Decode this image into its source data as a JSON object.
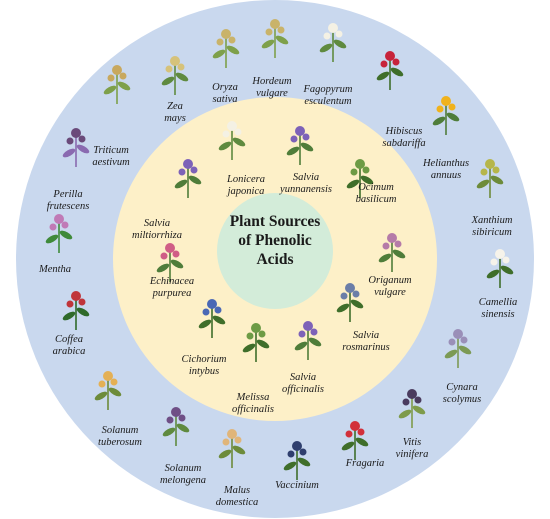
{
  "title_lines": [
    "Plant Sources",
    "of Phenolic",
    "Acids"
  ],
  "colors": {
    "outer_ring": "#c9d8ee",
    "inner_ring": "#fdf0c8",
    "center": "#d3ecd9"
  },
  "inner_plants": [
    {
      "id": "lonicera-japonica",
      "line1": "Lonicera",
      "line2": "japonica",
      "icon": "white-flower-icon"
    },
    {
      "id": "salvia-yunnanensis",
      "line1": "Salvia",
      "line2": "yunnanensis",
      "icon": "purple-spike-icon"
    },
    {
      "id": "ocimum-basilicum",
      "line1": "Ocimum",
      "line2": "basilicum",
      "icon": "green-leaf-icon"
    },
    {
      "id": "origanum-vulgare",
      "line1": "Origanum",
      "line2": "vulgare",
      "icon": "pink-cluster-icon"
    },
    {
      "id": "salvia-rosmarinus",
      "line1": "Salvia",
      "line2": "rosmarinus",
      "icon": "needle-herb-icon"
    },
    {
      "id": "salvia-officinalis",
      "line1": "Salvia",
      "line2": "officinalis",
      "icon": "purple-spike-icon"
    },
    {
      "id": "melissa-officinalis",
      "line1": "Melissa",
      "line2": "officinalis",
      "icon": "green-leaf-icon"
    },
    {
      "id": "cichorium-intybus",
      "line1": "Cichorium",
      "line2": "intybus",
      "icon": "blue-flower-icon"
    },
    {
      "id": "echinacea-purpurea",
      "line1": "Echinacea",
      "line2": "purpurea",
      "icon": "coneflower-icon"
    },
    {
      "id": "salvia-miltiorrhiza",
      "line1": "Salvia",
      "line2": "miltiorrhiza",
      "icon": "purple-spike-icon"
    }
  ],
  "outer_plants": [
    {
      "id": "zea-mays",
      "line1": "Zea",
      "line2": "mays",
      "icon": "corn-icon"
    },
    {
      "id": "oryza-sativa",
      "line1": "Oryza",
      "line2": "sativa",
      "icon": "grain-icon"
    },
    {
      "id": "hordeum-vulgare",
      "line1": "Hordeum",
      "line2": "vulgare",
      "icon": "grain-icon"
    },
    {
      "id": "fagopyrum-esculentum",
      "line1": "Fagopyrum",
      "line2": "esculentum",
      "icon": "white-flower-icon"
    },
    {
      "id": "hibiscus-sabdariffa",
      "line1": "Hibiscus",
      "line2": "sabdariffa",
      "icon": "red-flower-icon"
    },
    {
      "id": "helianthus-annuus",
      "line1": "Helianthus",
      "line2": "annuus",
      "icon": "sunflower-icon"
    },
    {
      "id": "xanthium-sibiricum",
      "line1": "Xanthium",
      "line2": "sibiricum",
      "icon": "bur-icon"
    },
    {
      "id": "camellia-sinensis",
      "line1": "Camellia",
      "line2": "sinensis",
      "icon": "tea-leaf-icon"
    },
    {
      "id": "cynara-scolymus",
      "line1": "Cynara",
      "line2": "scolymus",
      "icon": "artichoke-icon"
    },
    {
      "id": "vitis-vinifera",
      "line1": "Vitis",
      "line2": "vinifera",
      "icon": "grape-icon"
    },
    {
      "id": "fragaria",
      "line1": "Fragaria",
      "line2": "",
      "icon": "strawberry-icon"
    },
    {
      "id": "vaccinium",
      "line1": "Vaccinium",
      "line2": "",
      "icon": "blueberry-icon"
    },
    {
      "id": "malus-domestica",
      "line1": "Malus",
      "line2": "domestica",
      "icon": "apple-icon"
    },
    {
      "id": "solanum-melongena",
      "line1": "Solanum",
      "line2": "melongena",
      "icon": "eggplant-icon"
    },
    {
      "id": "solanum-tuberosum",
      "line1": "Solanum",
      "line2": "tuberosum",
      "icon": "potato-icon"
    },
    {
      "id": "coffea-arabica",
      "line1": "Coffea",
      "line2": "arabica",
      "icon": "coffee-icon"
    },
    {
      "id": "mentha",
      "line1": "Mentha",
      "line2": "",
      "icon": "mint-icon"
    },
    {
      "id": "perilla-frutescens",
      "line1": "Perilla",
      "line2": "frutescens",
      "icon": "purple-leaf-icon"
    },
    {
      "id": "triticum-aestivum",
      "line1": "Triticum",
      "line2": "aestivum",
      "icon": "wheat-icon"
    }
  ]
}
